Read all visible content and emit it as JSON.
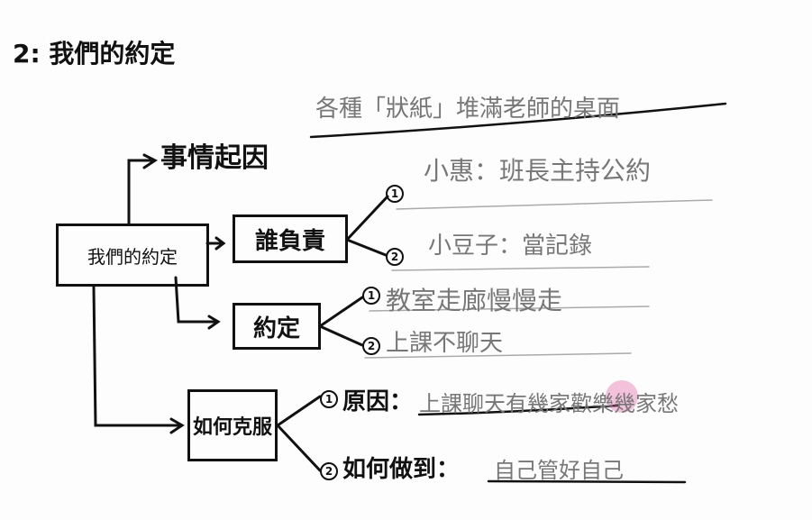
{
  "title": "2: 我們的約定",
  "center": "我們的約定",
  "cause": {
    "label": "事情起因",
    "text": "各種「狀紙」堆滿老師的桌面"
  },
  "responsible": {
    "label": "誰負責",
    "items": [
      {
        "num": "1",
        "text": "小惠：班長主持公約"
      },
      {
        "num": "2",
        "text": "小豆子：當記錄"
      }
    ]
  },
  "agreement": {
    "label": "約定",
    "items": [
      {
        "num": "1",
        "text": "教室走廊慢慢走"
      },
      {
        "num": "2",
        "text": "上課不聊天"
      }
    ]
  },
  "overcome": {
    "label": "如何克服",
    "items": [
      {
        "num": "1",
        "label": "原因：",
        "text": "上課聊天有幾家歡樂幾家愁"
      },
      {
        "num": "2",
        "label": "如何做到：",
        "text": "自己管好自己"
      }
    ]
  },
  "colors": {
    "ink": "#111111",
    "pencil": "#777777",
    "stain": "#e0509a"
  }
}
